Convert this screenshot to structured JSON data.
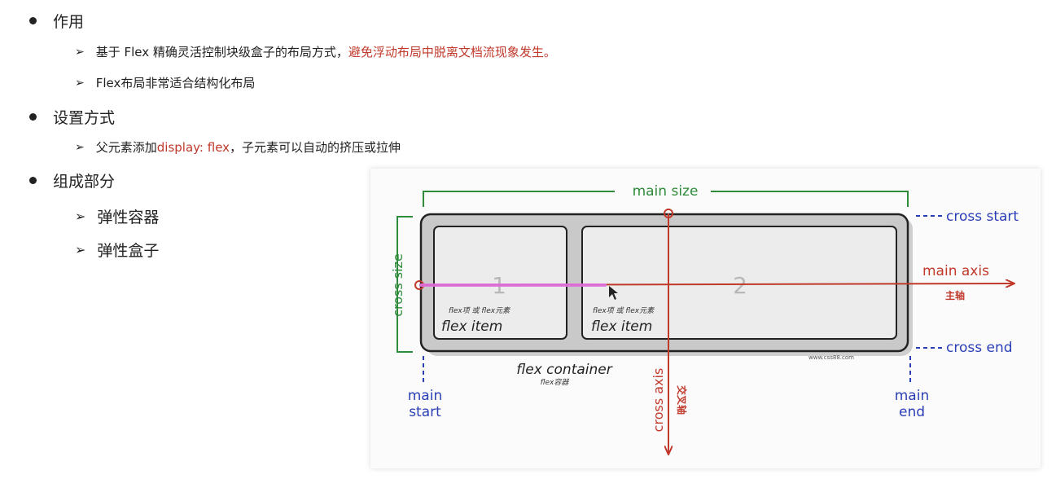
{
  "sections": [
    {
      "title": "作用",
      "items": [
        {
          "text": "基于 Flex 精确灵活控制块级盒子的布局方式，",
          "highlight": "避免浮动布局中脱离文档流现象发生。"
        },
        {
          "text": "Flex布局非常适合结构化布局",
          "highlight": ""
        }
      ]
    },
    {
      "title": "设置方式",
      "items": [
        {
          "text": "父元素添加 ",
          "highlight": "display: flex",
          "after": "，子元素可以自动的挤压或拉伸"
        }
      ]
    },
    {
      "title": "组成部分",
      "items": [
        {
          "text": "弹性容器"
        },
        {
          "text": "弹性盒子"
        }
      ]
    }
  ],
  "diagram": {
    "main_size": "main size",
    "cross_size": "cross size",
    "cross_start": "cross start",
    "cross_end": "cross end",
    "main_axis": "main axis",
    "main_axis_cn": "主轴",
    "cross_axis": "cross axis",
    "cross_axis_cn": "交叉轴",
    "main_start_1": "main",
    "main_start_2": "start",
    "main_end_1": "main",
    "main_end_2": "end",
    "item1_number": "1",
    "item2_number": "2",
    "item_caption_cn": "flex项 或 flex元素",
    "item_caption": "flex item",
    "container_caption": "flex container",
    "container_caption_cn": "flex容器",
    "watermark": "www.css88.com",
    "colors": {
      "green": "#2e8b3a",
      "blue": "#2a3fb5",
      "red": "#c0392b",
      "highlight": "#e070e0"
    }
  }
}
